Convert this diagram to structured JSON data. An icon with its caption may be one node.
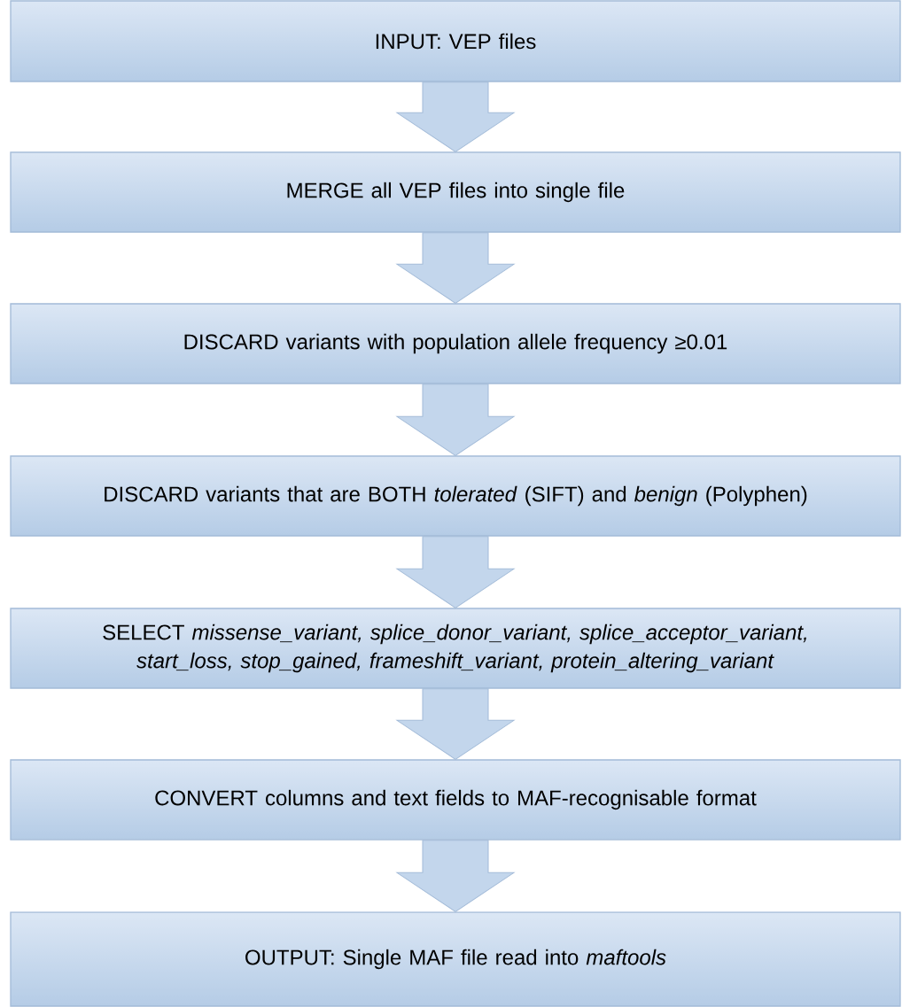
{
  "diagram": {
    "nodes": [
      {
        "text": [
          "INPUT: VEP files"
        ]
      },
      {
        "text": [
          "MERGE all VEP files into single file"
        ]
      },
      {
        "text": [
          "DISCARD variants with population allele frequency ≥0.01"
        ]
      },
      {
        "text": [
          "DISCARD variants that are BOTH *tolerated* (SIFT) and *benign* (Polyphen)"
        ]
      },
      {
        "text": [
          "SELECT *missense_variant, splice_donor_variant, splice_acceptor_variant, start_loss, stop_gained, frameshift_variant, protein_altering_variant*"
        ]
      },
      {
        "text": [
          "CONVERT columns and text fields to MAF-recognisable format"
        ]
      },
      {
        "text": [
          "OUTPUT: Single MAF file read into *maftools*"
        ]
      }
    ],
    "edges": [
      {
        "from": 0,
        "to": 1,
        "arrow": "to"
      },
      {
        "from": 1,
        "to": 2,
        "arrow": "to"
      },
      {
        "from": 2,
        "to": 3,
        "arrow": "to"
      },
      {
        "from": 3,
        "to": 4,
        "arrow": "to"
      },
      {
        "from": 4,
        "to": 5,
        "arrow": "to"
      },
      {
        "from": 5,
        "to": 6,
        "arrow": "to"
      }
    ]
  }
}
